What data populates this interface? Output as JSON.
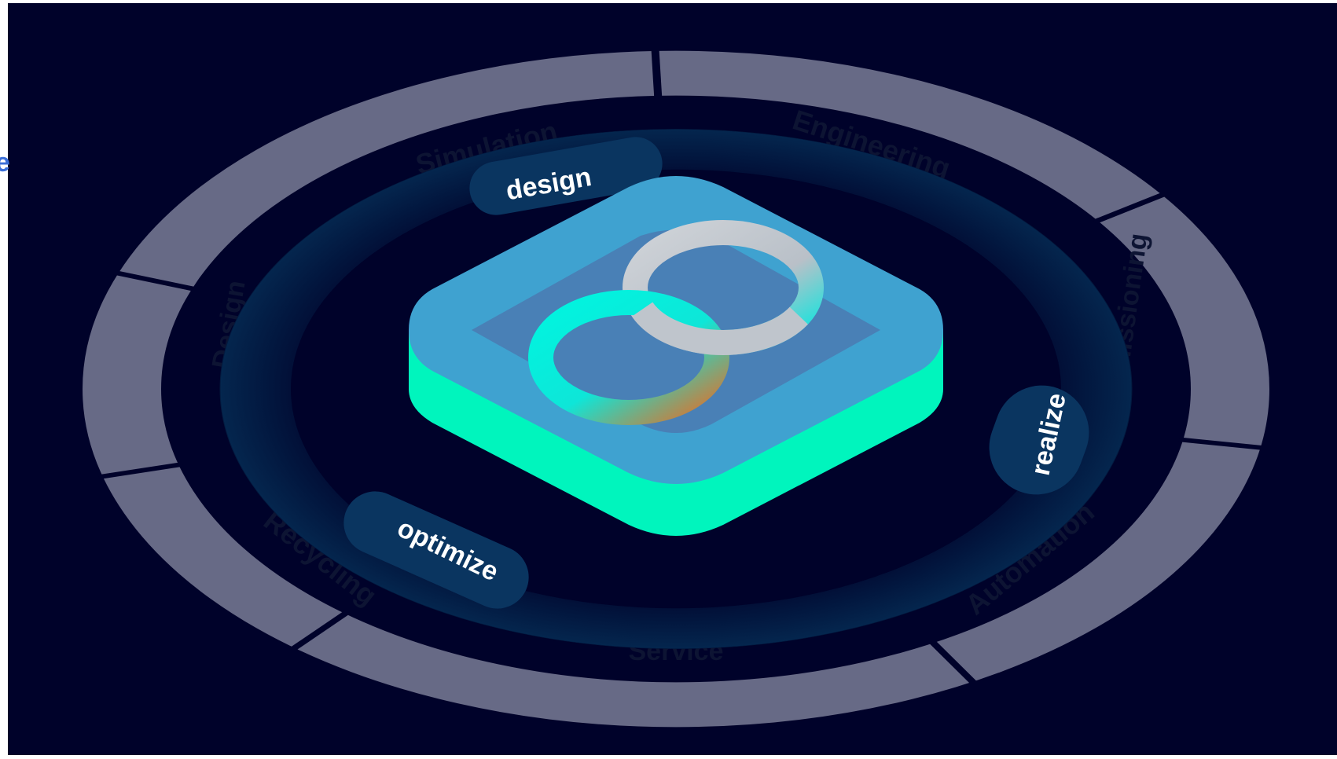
{
  "diagram": {
    "outer_ring_labels": [
      "Simulation",
      "Engineering",
      "Commissioning",
      "Automation",
      "Service",
      "Recycling",
      "Design"
    ],
    "inner_phase_labels": [
      "design",
      "realize",
      "optimize"
    ],
    "edge_glyph": "e",
    "center_logo": "infinity-loop-icon"
  },
  "colors": {
    "background": "#00022a",
    "outer_ring": "#676a86",
    "outer_ring_text": "#0d1433",
    "inner_ring": "#031a3f",
    "phase_pill": "#0a3560",
    "phase_text": "#ffffff",
    "tile_top": "#4a7cb3",
    "tile_rim": "#3fa2d0",
    "tile_side": "#00f5bd",
    "edge_glyph": "#3b6fd8"
  }
}
